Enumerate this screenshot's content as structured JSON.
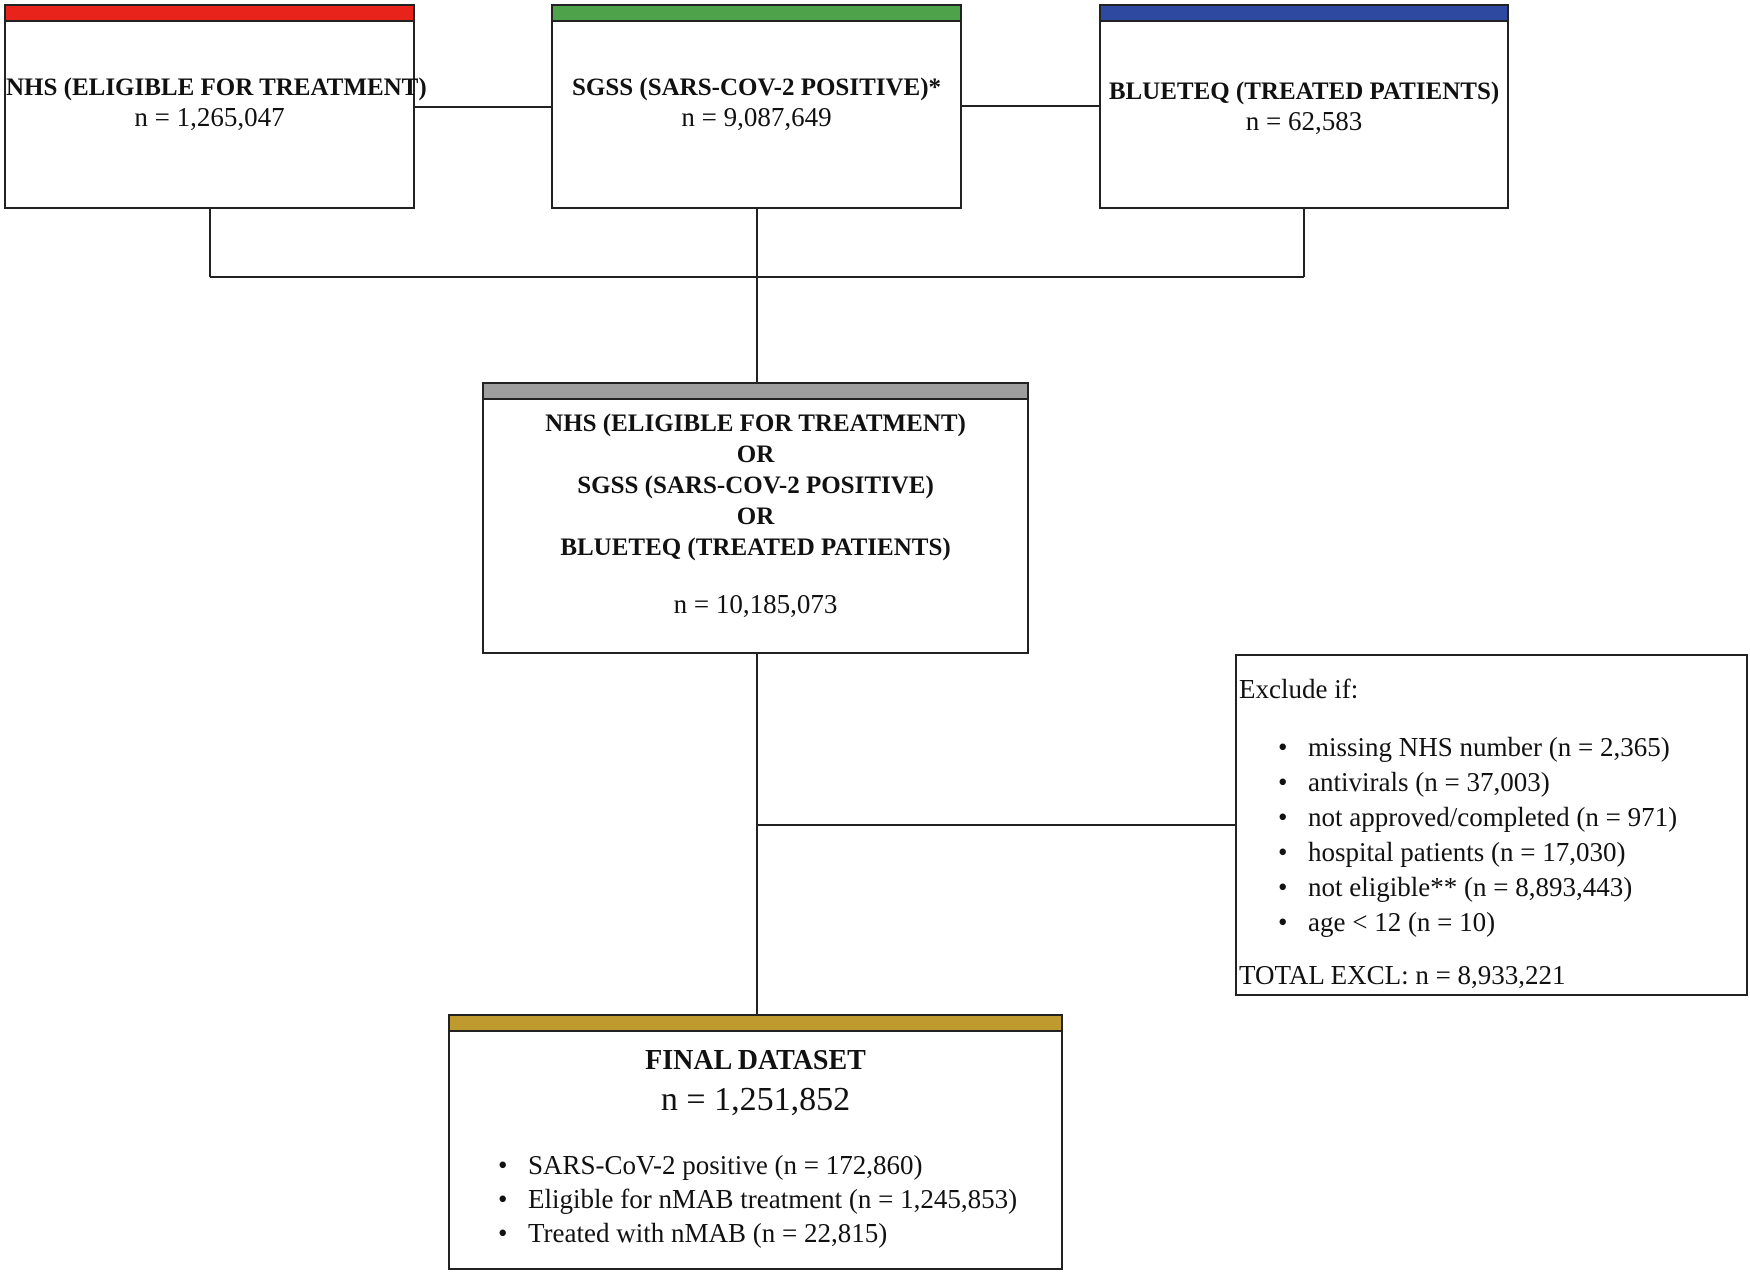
{
  "colors": {
    "nhs": "#e8231b",
    "sgss": "#4ea24a",
    "blueteq": "#2e4aa0",
    "combined": "#9e9e9e",
    "final": "#bf9a2e",
    "line": "#222222"
  },
  "sources": {
    "nhs": {
      "title": "NHS (ELIGIBLE FOR TREATMENT)",
      "count": "n = 1,265,047"
    },
    "sgss": {
      "title": "SGSS (SARS-COV-2 POSITIVE)*",
      "count": "n = 9,087,649"
    },
    "blueteq": {
      "title": "BLUETEQ (TREATED PATIENTS)",
      "count": "n = 62,583"
    }
  },
  "combined": {
    "lines": [
      "NHS (ELIGIBLE FOR TREATMENT)",
      "OR",
      "SGSS (SARS-COV-2 POSITIVE)",
      "OR",
      "BLUETEQ (TREATED PATIENTS)"
    ],
    "count": "n = 10,185,073"
  },
  "exclusions": {
    "heading": "Exclude if:",
    "items": [
      "missing NHS number (n = 2,365)",
      "antivirals (n = 37,003)",
      "not approved/completed (n = 971)",
      "hospital patients (n = 17,030)",
      "not eligible** (n = 8,893,443)",
      "age < 12 (n = 10)"
    ],
    "total": "TOTAL EXCL: n = 8,933,221"
  },
  "final": {
    "title": "FINAL DATASET",
    "count": "n = 1,251,852",
    "items": [
      "SARS-CoV-2 positive (n = 172,860)",
      "Eligible for nMAB treatment (n = 1,245,853)",
      "Treated with nMAB (n = 22,815)"
    ]
  }
}
